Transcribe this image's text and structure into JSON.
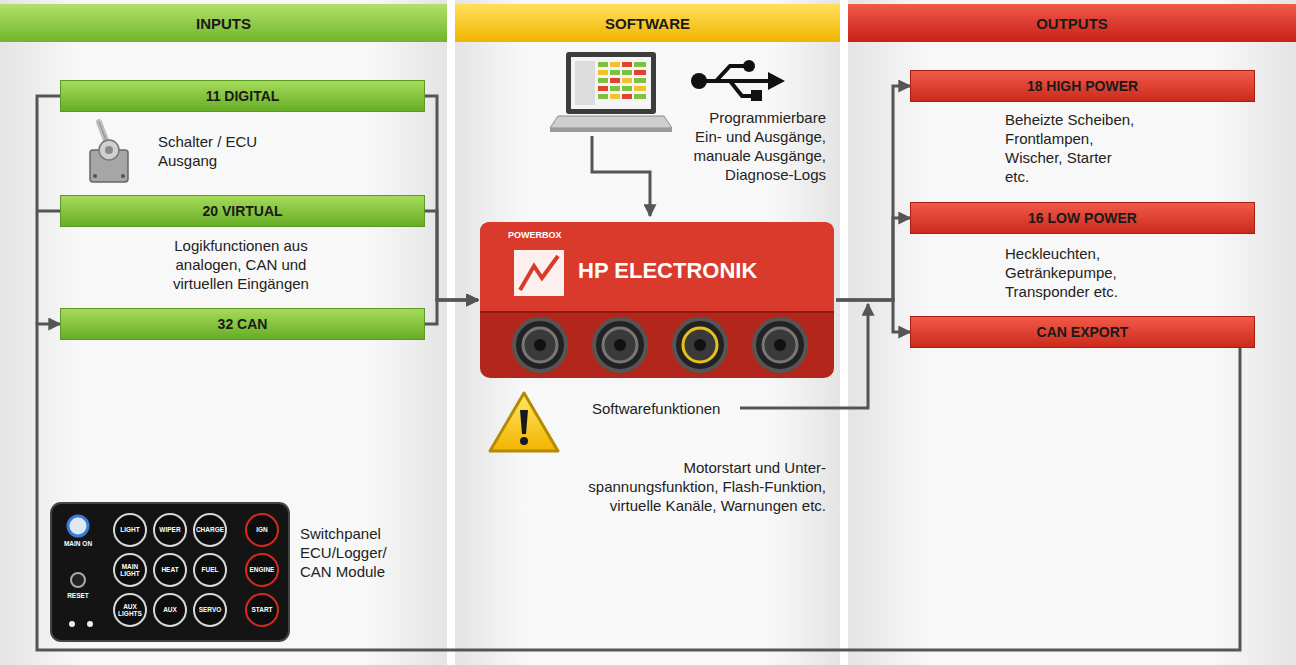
{
  "diagram": {
    "nodes": [
      {
        "text": [
          "INPUTS"
        ]
      },
      {
        "text": [
          "SOFTWARE"
        ]
      },
      {
        "text": [
          "OUTPUTS"
        ]
      },
      {
        "text": [
          "11 DIGITAL"
        ]
      },
      {
        "text": [
          "20 VIRTUAL"
        ]
      },
      {
        "text": [
          "32 CAN"
        ]
      },
      {
        "text": [
          "18 HIGH POWER"
        ]
      },
      {
        "text": [
          "16 LOW POWER"
        ]
      },
      {
        "text": [
          "CAN EXPORT"
        ]
      },
      {
        "text": [
          "POWERBOX",
          "HP ELECTRONIK"
        ]
      }
    ],
    "edges": [
      {
        "from": 3,
        "to": 9,
        "arrow": "to"
      },
      {
        "from": 4,
        "to": 9,
        "arrow": "to"
      },
      {
        "from": 5,
        "to": 9,
        "arrow": "to"
      },
      {
        "from": 9,
        "to": 6,
        "arrow": "to"
      },
      {
        "from": 9,
        "to": 7,
        "arrow": "to"
      },
      {
        "from": 9,
        "to": 8,
        "arrow": "to"
      },
      {
        "from": 8,
        "to": 5,
        "arrow": "to"
      }
    ],
    "labels": [
      "Schalter / ECU Ausgang",
      "Logikfunctionen aus analogen, CAN und virtuellen Eingängen",
      "Switchpanel ECU/Logger/ CAN Module",
      "Programmierbare Ein- und Ausgänge, manuale Ausgänge, Diagnose-Logs",
      "Softwarefunktionen",
      "Motorstart und Unter- spannungsfunktion, Flash-Funktion, virtuelle Kanäle, Warnungen etc.",
      "Beheizte Scheiben, Frontlampen, Wischer, Starter etc.",
      "Heckleuchten, Getränkepumpe, Transponder etc.",
      "MAIN ON",
      "LIGHT",
      "WIPER",
      "CHARGE",
      "IGN",
      "MAIN LIGHT",
      "HEAT",
      "FUEL",
      "ENGINE",
      "RESET",
      "AUX LIGHTS",
      "AUX",
      "SERVO",
      "START"
    ]
  }
}
